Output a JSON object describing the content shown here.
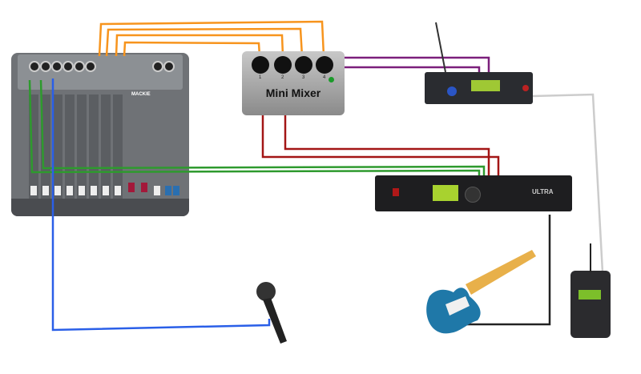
{
  "diagram": {
    "devices": {
      "mixer": {
        "logo": "MACKIE"
      },
      "mini_mixer": {
        "title": "Mini Mixer",
        "knobs": [
          "1",
          "2",
          "3",
          "4"
        ]
      },
      "fx_unit": {
        "logo": "ULTRA"
      },
      "wireless_receiver": {},
      "bodypack": {},
      "microphone": {},
      "guitar": {}
    },
    "cable_colors": {
      "mini_mixer_inputs": "#f7941d",
      "receiver_link": "#7b1f7b",
      "fx_link_red": "#a31515",
      "fx_return_green": "#2e9a2e",
      "mic": "#2a5fe8",
      "wireless": "#cccccc",
      "guitar": "#222222"
    }
  }
}
